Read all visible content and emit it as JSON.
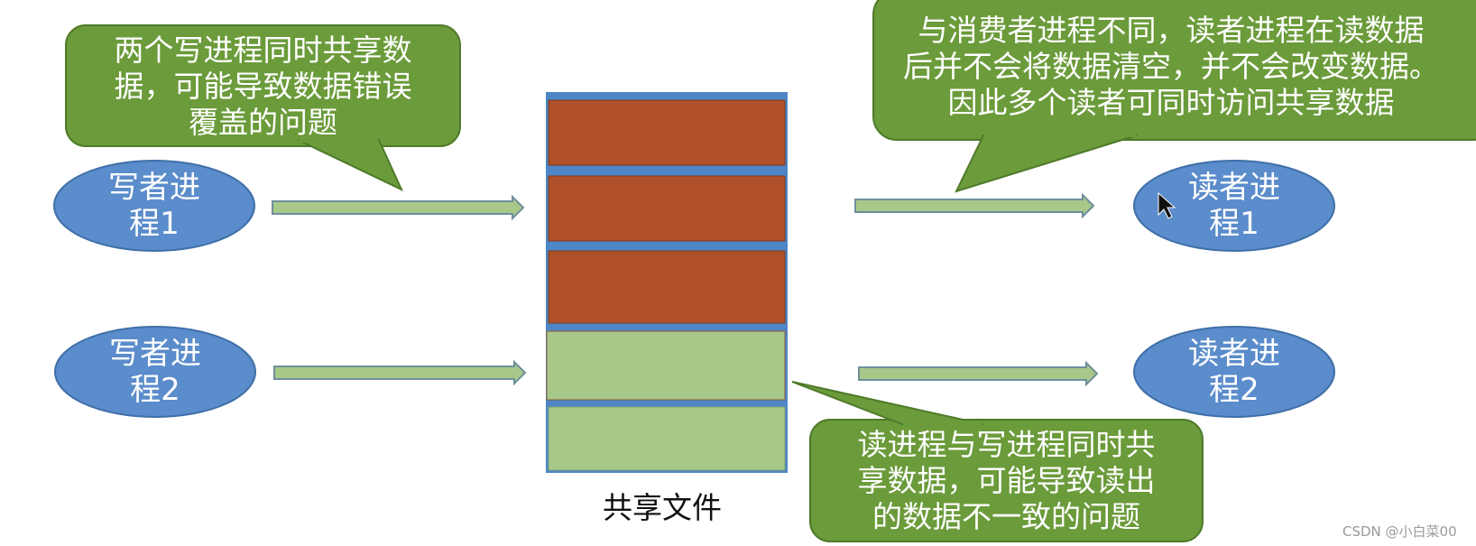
{
  "callouts": {
    "writers_conflict": [
      "两个写进程同时共享数",
      "据，可能导致数据错误",
      "覆盖的问题"
    ],
    "readers_share": [
      "与消费者进程不同，读者进程在读数据",
      "后并不会将数据清空，并不会改变数据。",
      "因此多个读者可同时访问共享数据"
    ],
    "read_write_conflict": [
      "读进程与写进程同时共",
      "享数据，可能导致读出",
      "的数据不一致的问题"
    ]
  },
  "processes": {
    "writer1": [
      "写者进",
      "程1"
    ],
    "writer2": [
      "写者进",
      "程2"
    ],
    "reader1": [
      "读者进",
      "程1"
    ],
    "reader2": [
      "读者进",
      "程2"
    ]
  },
  "shared_file": {
    "label": "共享文件",
    "blocks": [
      "written",
      "written",
      "written",
      "empty",
      "empty"
    ]
  },
  "watermark": "CSDN @小白菜00",
  "colors": {
    "callout_fill": "#6b9b3a",
    "callout_border": "#4f7a2a",
    "ellipse_fill": "#5b8ccb",
    "ellipse_border": "#3f6fa8",
    "file_frame": "#4d86c7",
    "block_written": "#b0502a",
    "block_empty": "#a8c88a",
    "arrow_fill": "#a8c88a",
    "arrow_border": "#6e8f9c"
  },
  "icons": {
    "cursor": "mouse-cursor-icon"
  }
}
